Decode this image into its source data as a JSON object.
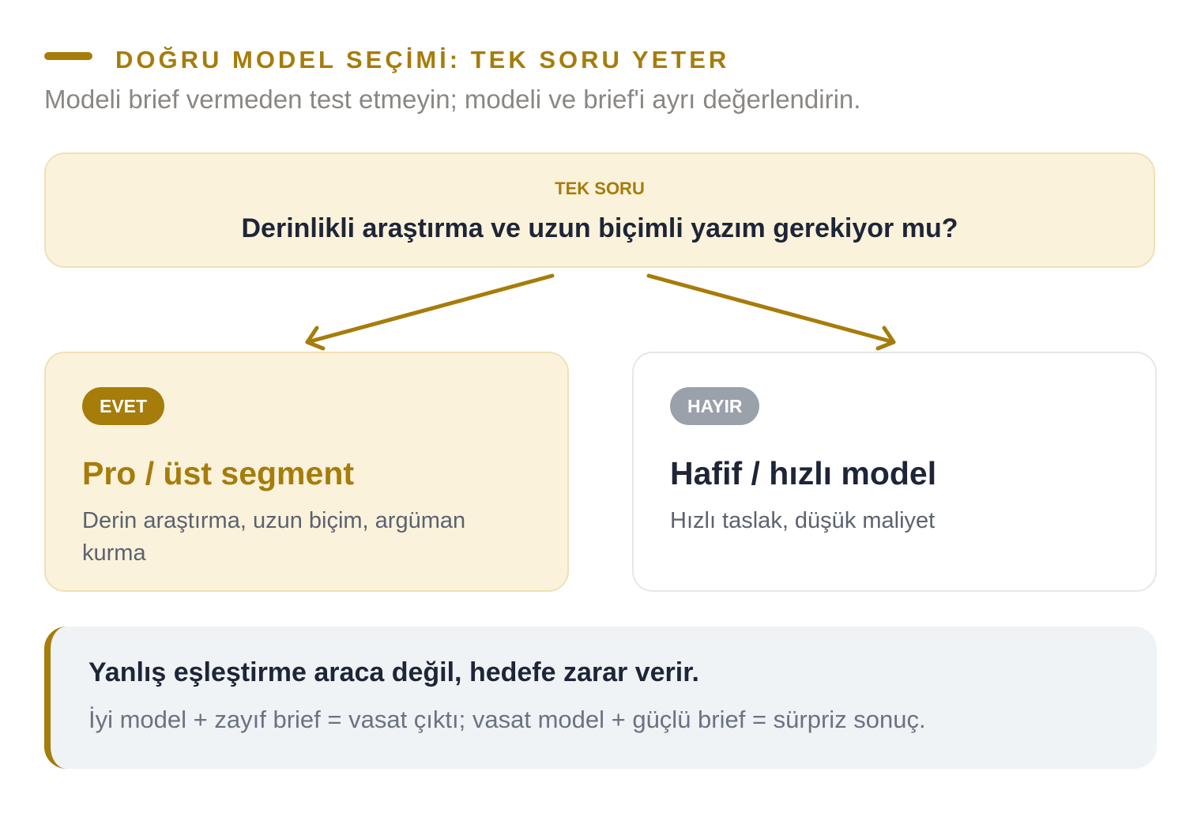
{
  "header": {
    "eyebrow": "DOĞRU MODEL SEÇİMİ: TEK SORU YETER",
    "subtitle": "Modeli brief vermeden test etmeyin; modeli ve brief'i ayrı değerlendirin."
  },
  "question": {
    "label": "TEK SORU",
    "text": "Derinlikli araştırma ve uzun biçimli yazım gerekiyor mu?"
  },
  "options": {
    "yes": {
      "badge": "EVET",
      "title": "Pro / üst segment",
      "description": "Derin araştırma, uzun biçim, argüman kurma"
    },
    "no": {
      "badge": "HAYIR",
      "title": "Hafif / hızlı model",
      "description": "Hızlı taslak, düşük maliyet"
    }
  },
  "note": {
    "title": "Yanlış eşleştirme araca değil, hedefe zarar verir.",
    "text": "İyi model + zayıf brief = vasat çıktı; vasat model + güçlü brief = sürpriz sonuç."
  },
  "colors": {
    "accent": "#a67c0a",
    "highlight_bg": "#fbf2dc",
    "dark_text": "#1e2537",
    "muted_badge": "#9aa1ab",
    "note_bg": "#eff3f6"
  }
}
